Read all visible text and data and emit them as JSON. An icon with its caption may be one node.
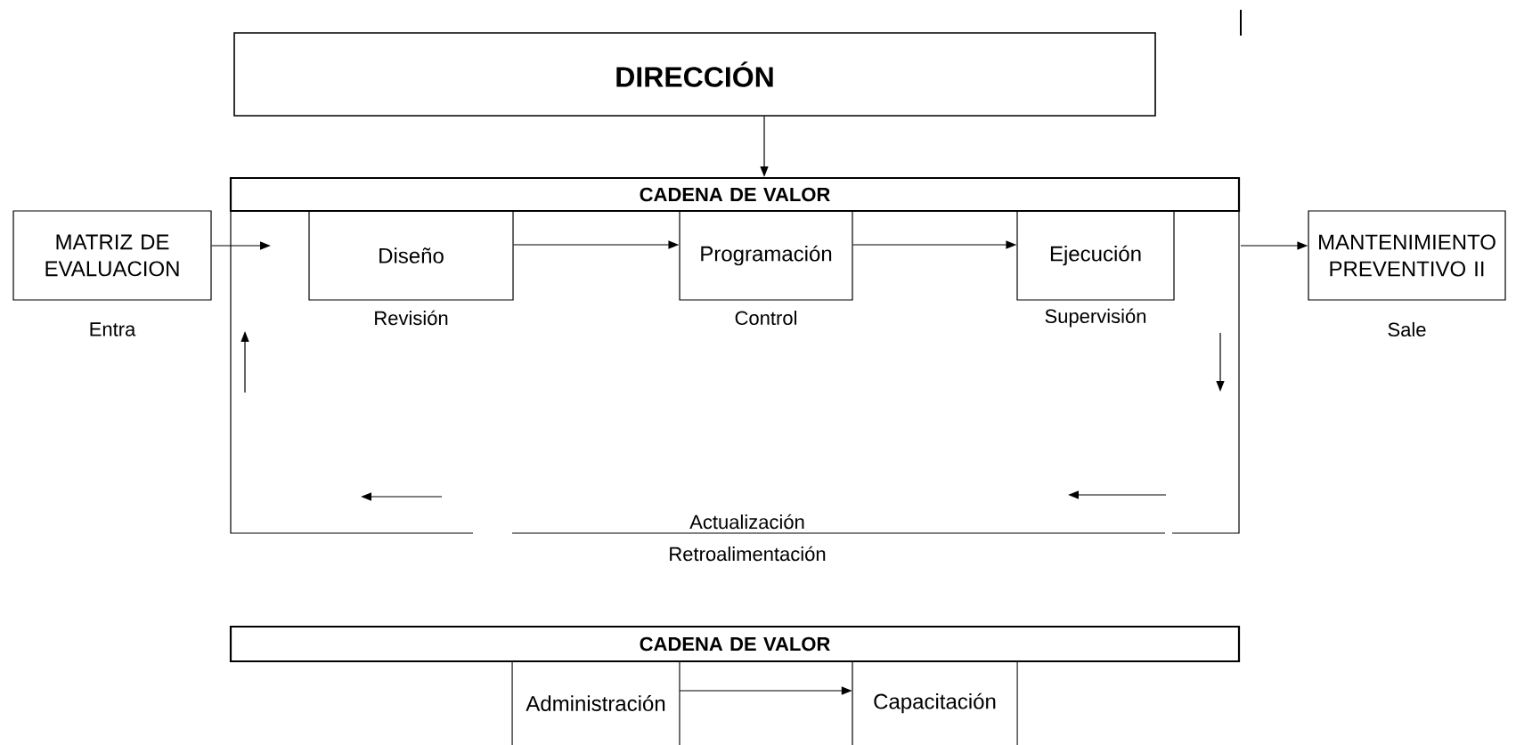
{
  "diagram": {
    "nodes": [
      {
        "text": [
          "DIRECCIÓN"
        ]
      },
      {
        "text": [
          "CADENA DE VALOR"
        ]
      },
      {
        "text": [
          "MATRIZ DE EVALUACION"
        ],
        "beside": [
          "Entra"
        ]
      },
      {
        "text": [
          "Diseño"
        ],
        "beside": [
          "Revisión"
        ]
      },
      {
        "text": [
          "Programación"
        ],
        "beside": [
          "Control"
        ]
      },
      {
        "text": [
          "Ejecución"
        ],
        "beside": [
          "Supervisión"
        ]
      },
      {
        "text": [
          "MANTENIMIENTO PREVENTIVO II"
        ],
        "beside": [
          "Sale"
        ]
      },
      {
        "text": [
          "CADENA DE VALOR"
        ]
      },
      {
        "text": [
          "Administración"
        ]
      },
      {
        "text": [
          "Capacitación"
        ]
      }
    ],
    "edges": [
      {
        "from": 0,
        "to": 1,
        "arrow": "to"
      },
      {
        "from": 2,
        "to": null,
        "arrow": "to"
      },
      {
        "from": 3,
        "to": 4,
        "arrow": "to"
      },
      {
        "from": 4,
        "to": 5,
        "arrow": "to"
      },
      {
        "from": null,
        "to": 6,
        "arrow": "to"
      },
      {
        "from": 8,
        "to": 9,
        "arrow": "to"
      }
    ],
    "labels": [
      "Actualización",
      "Retroalimentación"
    ]
  }
}
